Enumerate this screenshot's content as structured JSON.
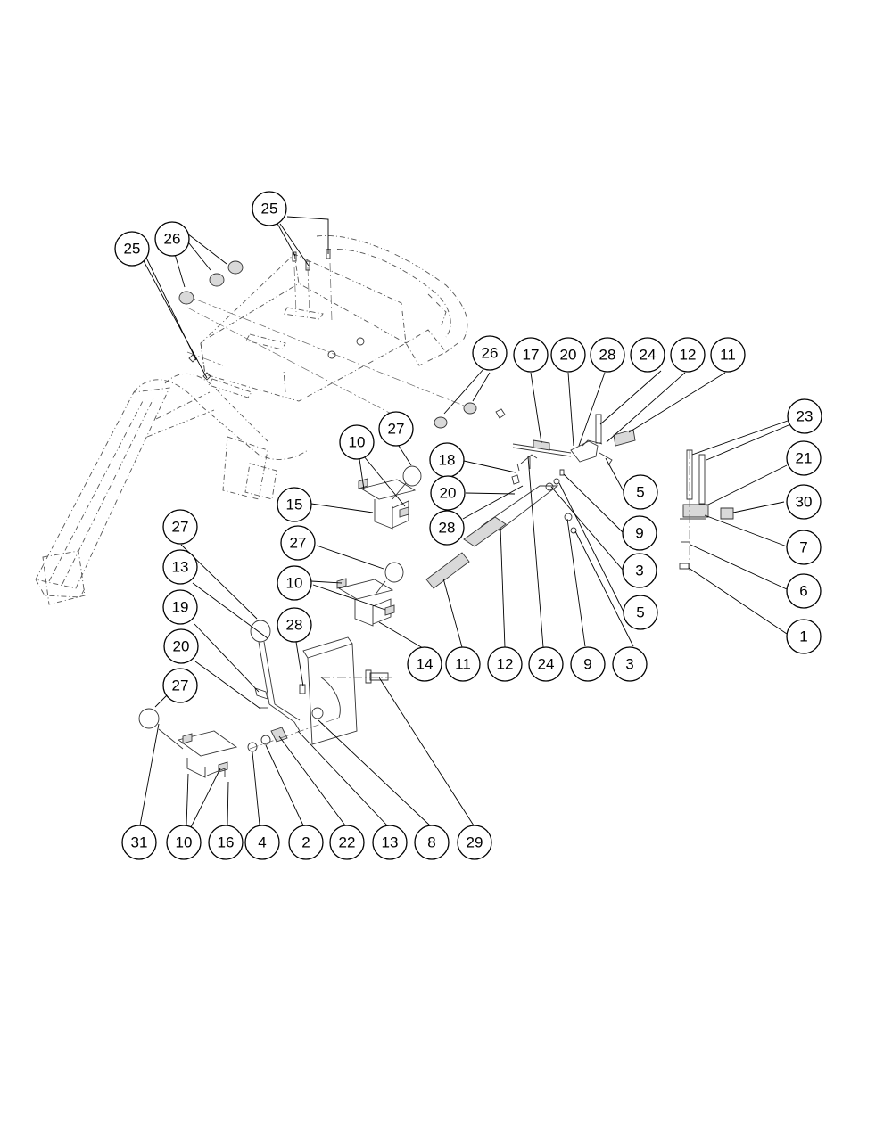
{
  "callouts": [
    {
      "id": "c-25a",
      "label": "25"
    },
    {
      "id": "c-26a",
      "label": "26"
    },
    {
      "id": "c-25b",
      "label": "25"
    },
    {
      "id": "c-26b",
      "label": "26"
    },
    {
      "id": "c-17",
      "label": "17"
    },
    {
      "id": "c-20a",
      "label": "20"
    },
    {
      "id": "c-28a",
      "label": "28"
    },
    {
      "id": "c-24a",
      "label": "24"
    },
    {
      "id": "c-12a",
      "label": "12"
    },
    {
      "id": "c-11a",
      "label": "11"
    },
    {
      "id": "c-23",
      "label": "23"
    },
    {
      "id": "c-21",
      "label": "21"
    },
    {
      "id": "c-30",
      "label": "30"
    },
    {
      "id": "c-7",
      "label": "7"
    },
    {
      "id": "c-6",
      "label": "6"
    },
    {
      "id": "c-1",
      "label": "1"
    },
    {
      "id": "c-10a",
      "label": "10"
    },
    {
      "id": "c-27a",
      "label": "27"
    },
    {
      "id": "c-18",
      "label": "18"
    },
    {
      "id": "c-20b",
      "label": "20"
    },
    {
      "id": "c-28b",
      "label": "28"
    },
    {
      "id": "c-5a",
      "label": "5"
    },
    {
      "id": "c-9a",
      "label": "9"
    },
    {
      "id": "c-3a",
      "label": "3"
    },
    {
      "id": "c-5b",
      "label": "5"
    },
    {
      "id": "c-15",
      "label": "15"
    },
    {
      "id": "c-27b",
      "label": "27"
    },
    {
      "id": "c-10b",
      "label": "10"
    },
    {
      "id": "c-14",
      "label": "14"
    },
    {
      "id": "c-11b",
      "label": "11"
    },
    {
      "id": "c-12b",
      "label": "12"
    },
    {
      "id": "c-24b",
      "label": "24"
    },
    {
      "id": "c-9b",
      "label": "9"
    },
    {
      "id": "c-3b",
      "label": "3"
    },
    {
      "id": "c-27c",
      "label": "27"
    },
    {
      "id": "c-13a",
      "label": "13"
    },
    {
      "id": "c-19",
      "label": "19"
    },
    {
      "id": "c-20c",
      "label": "20"
    },
    {
      "id": "c-28c",
      "label": "28"
    },
    {
      "id": "c-27d",
      "label": "27"
    },
    {
      "id": "c-31",
      "label": "31"
    },
    {
      "id": "c-10c",
      "label": "10"
    },
    {
      "id": "c-16",
      "label": "16"
    },
    {
      "id": "c-4",
      "label": "4"
    },
    {
      "id": "c-2",
      "label": "2"
    },
    {
      "id": "c-22",
      "label": "22"
    },
    {
      "id": "c-13b",
      "label": "13"
    },
    {
      "id": "c-8",
      "label": "8"
    },
    {
      "id": "c-29",
      "label": "29"
    }
  ]
}
